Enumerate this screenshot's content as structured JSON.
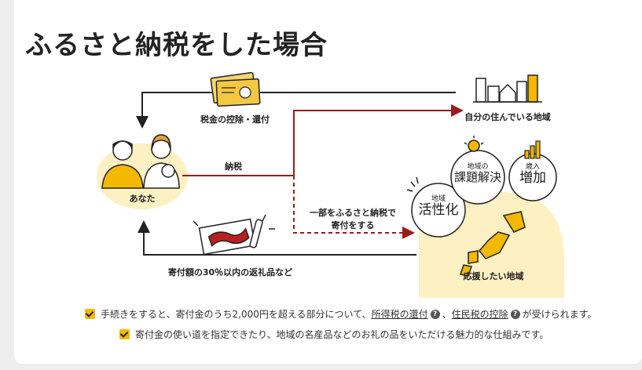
{
  "title": "ふるさと納税をした場合",
  "nodes": {
    "you": "あなた",
    "local_area": "自分の住んでいる地域",
    "support_area": "応援したい地域"
  },
  "flows": {
    "tax_refund": "税金の控除・還付",
    "tax_payment": "納税",
    "donation_line1": "一部をふるさと納税で",
    "donation_line2": "寄付をする",
    "gift": "寄付額の30％以内の返礼品など"
  },
  "effects": {
    "revitalize_small": "地域",
    "revitalize_big": "活性化",
    "issues_small": "地域の",
    "issues_big": "課題解決",
    "revenue_small": "歳入",
    "revenue_big": "増加"
  },
  "notes": {
    "note1_pre": "手続きをすると、寄付金のうち2,000円を超える部分について、",
    "note1_link1": "所得税の還付",
    "note1_sep": "、",
    "note1_link2": "住民税の控除",
    "note1_post": "が受けられます。",
    "help_mark": "?",
    "note2": "寄付金の使い道を指定できたり、地域の名産品などのお礼の品をいただける魅力的な仕組みです。"
  },
  "colors": {
    "accent_yellow": "#f5b800",
    "soft_yellow": "#fdf0c2",
    "flow_red": "#9b1b1b",
    "flow_black": "#222222"
  }
}
